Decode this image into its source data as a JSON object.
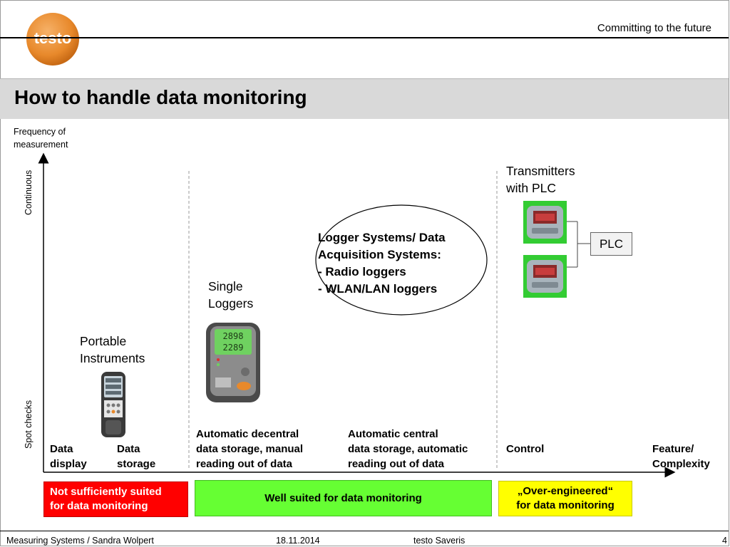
{
  "header": {
    "tagline": "Committing to the future",
    "logo_text": "testo",
    "title": "How to handle data monitoring"
  },
  "axes": {
    "y_label": [
      "Frequency of",
      "measurement"
    ],
    "y_top": "Continuous",
    "y_bottom": "Spot checks",
    "x_end": [
      "Feature/",
      "Complexity"
    ]
  },
  "categories": {
    "portable": [
      "Portable",
      "Instruments"
    ],
    "single": [
      "Single",
      "Loggers"
    ],
    "transmitters": [
      "Transmitters",
      "with PLC"
    ],
    "logger_systems": [
      "Logger Systems/ Data",
      "Acquisition Systems:",
      "- Radio loggers",
      "- WLAN/LAN loggers"
    ],
    "plc": "PLC"
  },
  "x_labels": {
    "data_display": [
      "Data",
      "display"
    ],
    "data_storage": [
      "Data",
      "storage"
    ],
    "auto_decentral": [
      "Automatic decentral",
      "data storage, manual",
      "reading out of data"
    ],
    "auto_central": [
      "Automatic central",
      "data storage, automatic",
      "reading out of data"
    ],
    "control": "Control"
  },
  "assessment": {
    "not_suited": [
      "Not sufficiently suited",
      "for data monitoring"
    ],
    "well_suited": "Well suited for data monitoring",
    "over_engineered": [
      "„Over-engineered“",
      "for data monitoring"
    ]
  },
  "colors": {
    "not_suited": "#ff0000",
    "well_suited": "#66ff33",
    "over_engineered": "#ffff00",
    "logo_orange": "#e8892b"
  },
  "icons": [
    "testo-logo",
    "handheld-meter-icon",
    "data-logger-icon",
    "transmitter-icon"
  ],
  "footer": {
    "author": "Measuring Systems / Sandra Wolpert",
    "date": "18.11.2014",
    "product": "testo Saveris",
    "page": "4"
  }
}
